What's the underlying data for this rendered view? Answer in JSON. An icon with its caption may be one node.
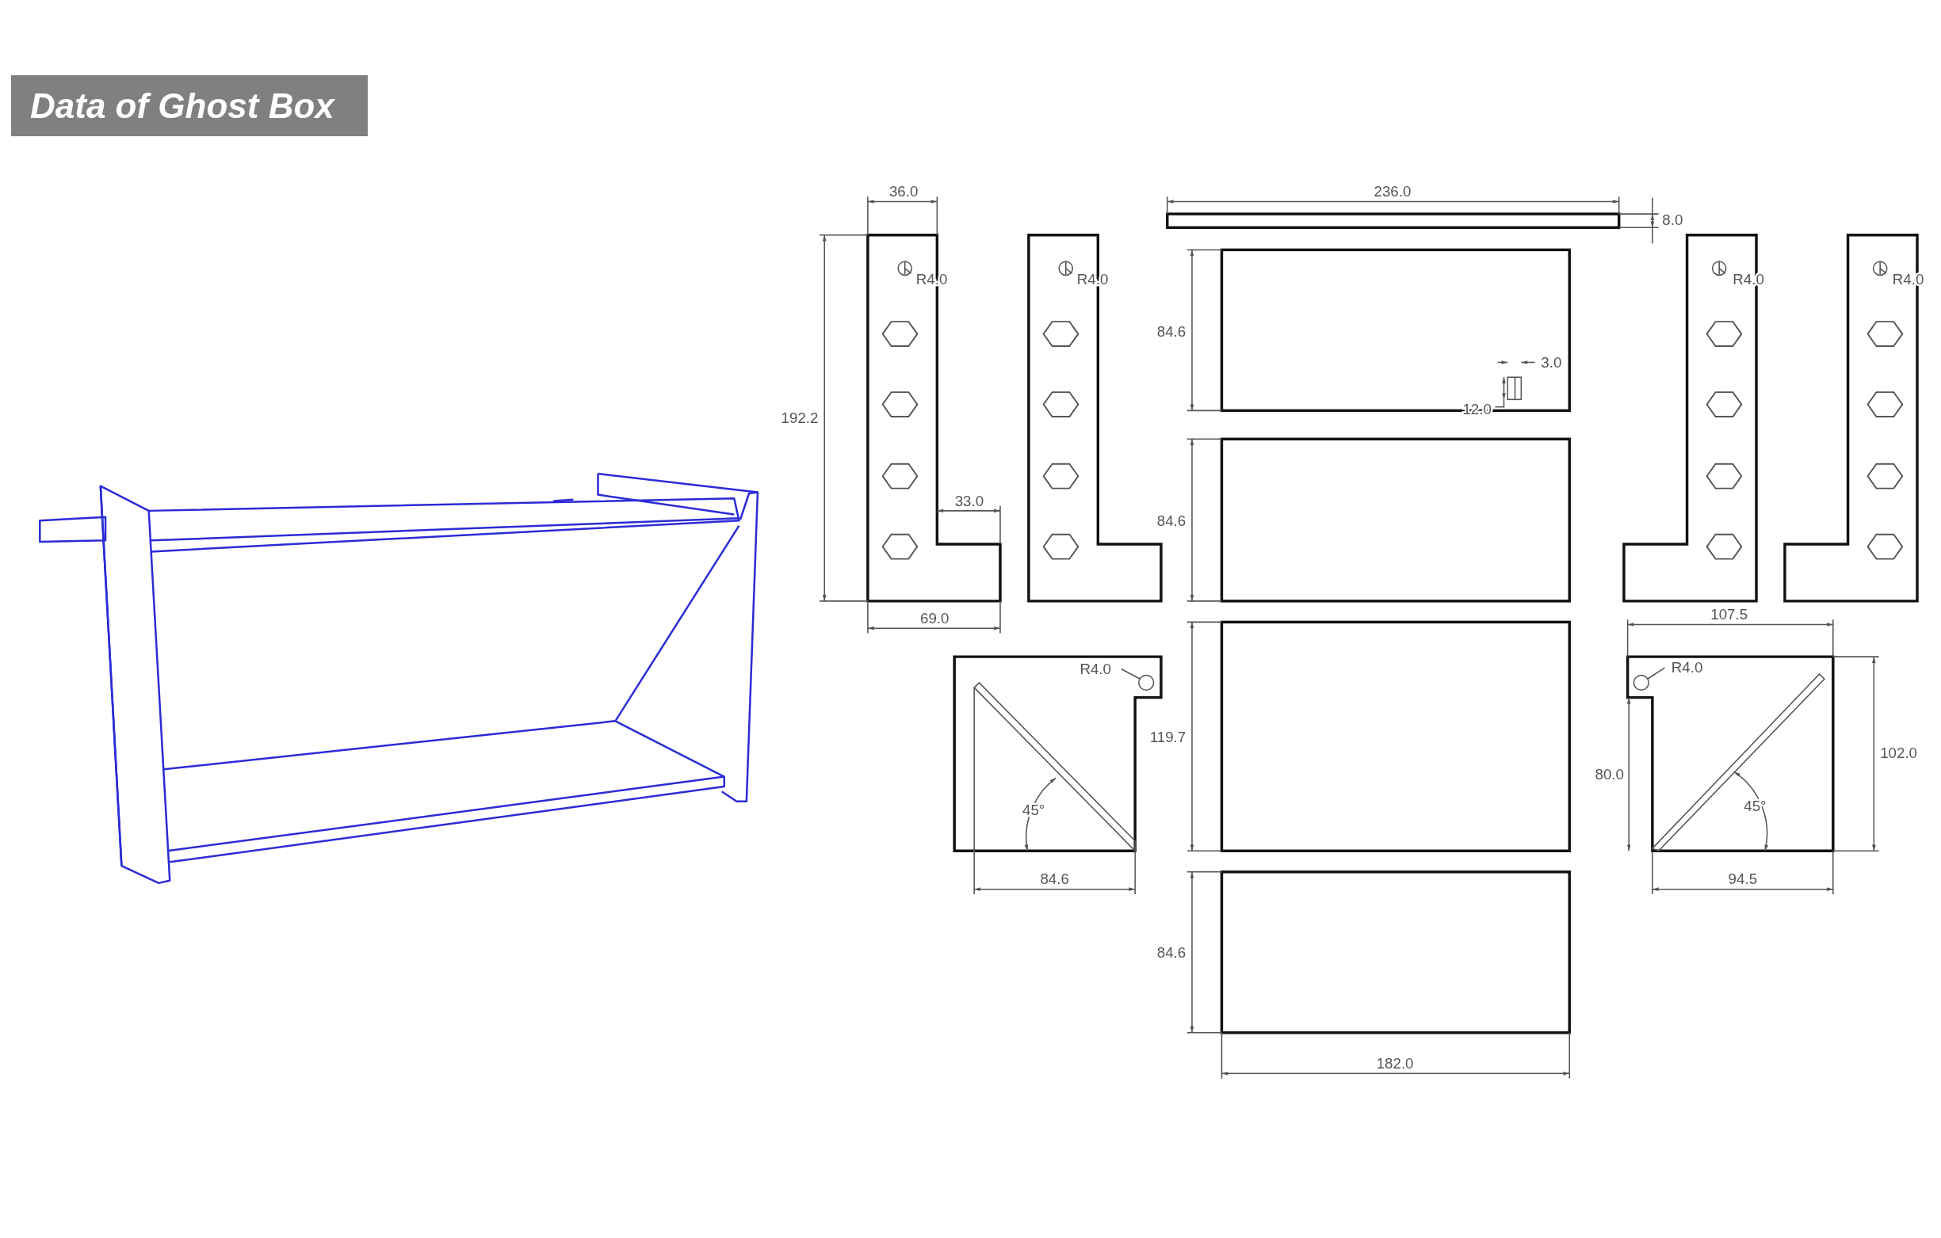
{
  "diagram": {
    "title": "Data of Ghost Box",
    "labels": [
      "36.0",
      "236.0",
      "8.0",
      "R4.0",
      "R4.0",
      "R4.0",
      "R4.0",
      "84.6",
      "3.0",
      "12.0",
      "192.2",
      "33.0",
      "84.6",
      "69.0",
      "107.5",
      "R4.0",
      "R4.0",
      "119.7",
      "102.0",
      "80.0",
      "45°",
      "45°",
      "84.6",
      "94.5",
      "84.6",
      "182.0"
    ]
  }
}
